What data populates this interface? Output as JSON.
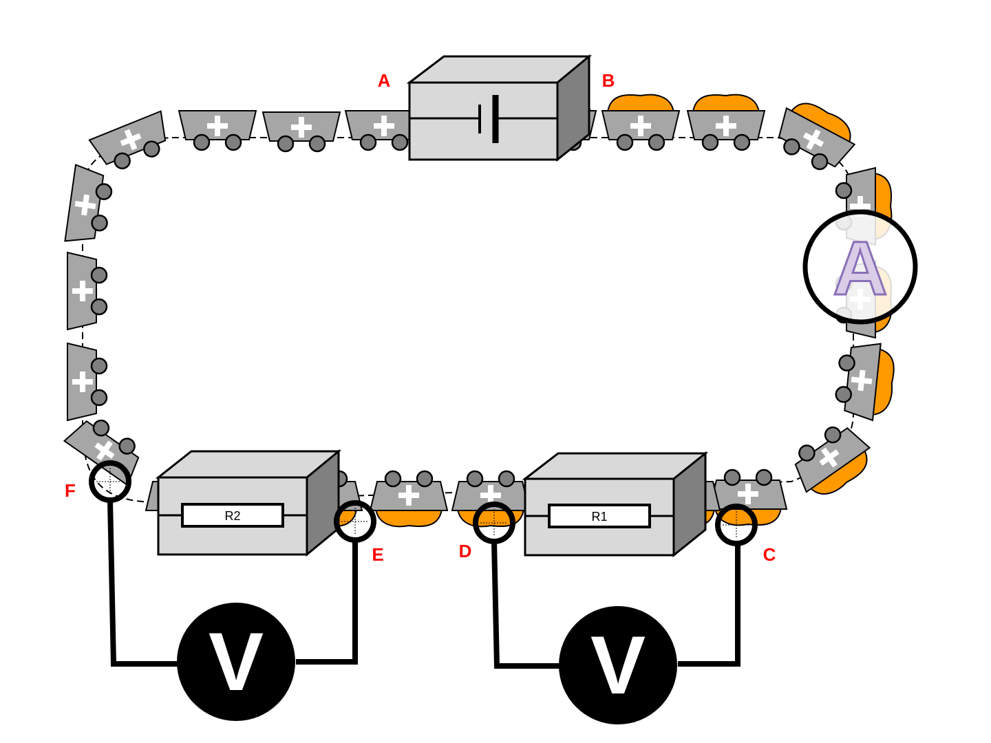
{
  "points": {
    "A": "A",
    "B": "B",
    "C": "C",
    "D": "D",
    "E": "E",
    "F": "F"
  },
  "resistors": {
    "r1": "R1",
    "r2": "R2"
  },
  "meters": {
    "ammeter": "A",
    "voltmeter_left": "V",
    "voltmeter_right": "V"
  },
  "colors": {
    "cart": "#a6a6a6",
    "coal": "#ff9900",
    "box": "#d9d9d9",
    "label": "#ff0000"
  },
  "carts": {
    "symbol": "+"
  }
}
